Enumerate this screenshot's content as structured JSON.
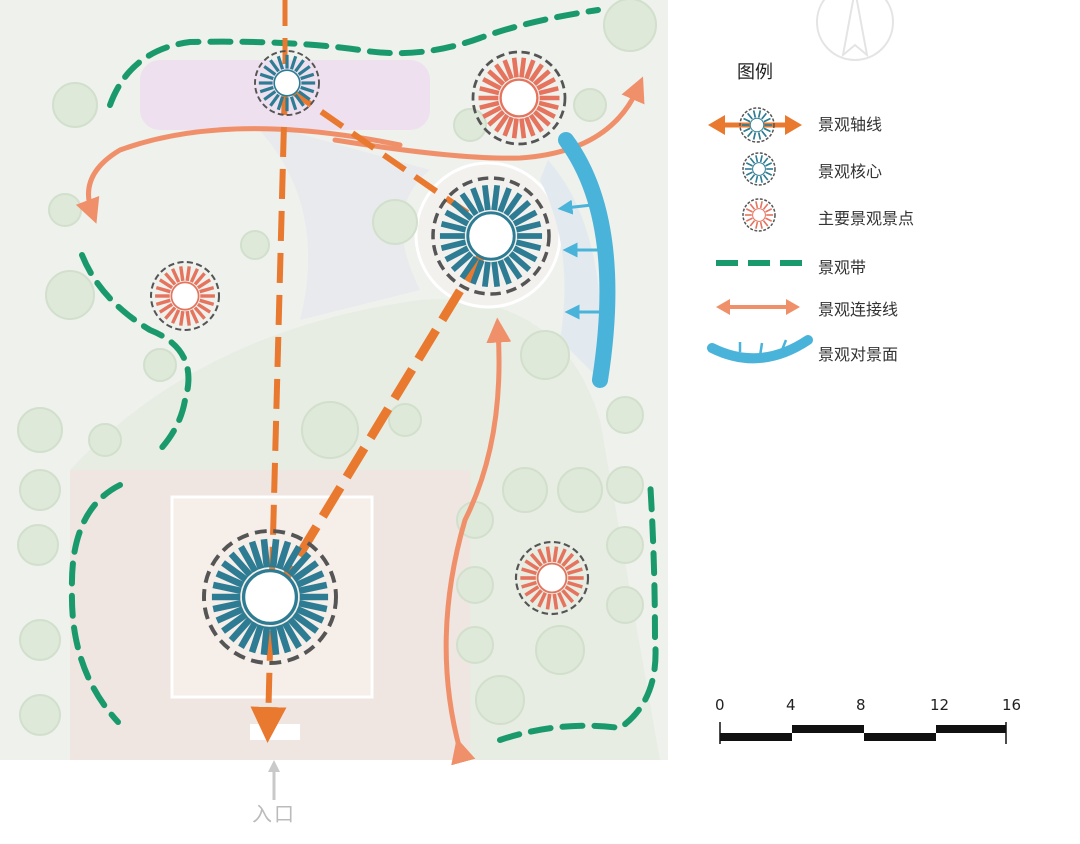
{
  "legend": {
    "title": "图例",
    "items": [
      {
        "label": "景观轴线",
        "symbol": "axis"
      },
      {
        "label": "景观核心",
        "symbol": "core"
      },
      {
        "label": "主要景观景点",
        "symbol": "spot"
      },
      {
        "label": "景观带",
        "symbol": "band"
      },
      {
        "label": "景观连接线",
        "symbol": "link"
      },
      {
        "label": "景观对景面",
        "symbol": "vista"
      }
    ]
  },
  "scale_bar": {
    "ticks": [
      "0",
      "4",
      "8",
      "12",
      "16"
    ]
  },
  "entrance_label": "入口",
  "colors": {
    "axis": "#e8792f",
    "core": "#2d7c93",
    "spot": "#e5735d",
    "band": "#1a9a6c",
    "link": "#f0906a",
    "vista": "#4ab3d9"
  },
  "north_arrow": "north-arrow-icon"
}
